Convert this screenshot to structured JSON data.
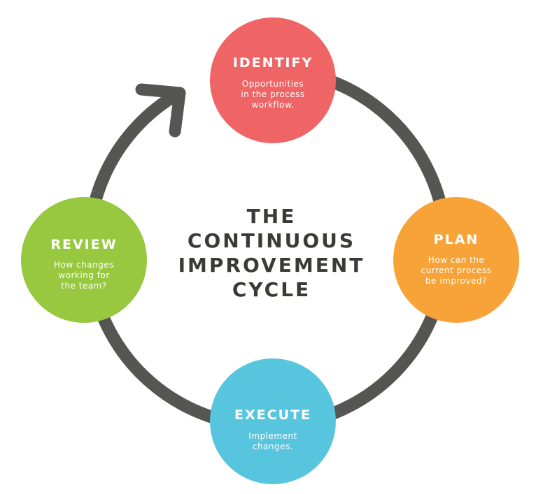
{
  "title_lines": [
    "THE",
    "CONTINUOUS",
    "IMPROVEMENT",
    "CYCLE"
  ],
  "nodes": {
    "identify": {
      "title": "IDENTIFY",
      "desc": [
        "Opportunities",
        "in the process",
        "workflow."
      ],
      "color": "#ef6464"
    },
    "plan": {
      "title": "PLAN",
      "desc": [
        "How can the",
        "current process",
        "be improved?"
      ],
      "color": "#f7a338"
    },
    "execute": {
      "title": "EXECUTE",
      "desc": [
        "Implement",
        "changes."
      ],
      "color": "#58c5df"
    },
    "review": {
      "title": "REVIEW",
      "desc": [
        "How changes",
        "working for",
        "the team?"
      ],
      "color": "#97c83f"
    }
  },
  "ring_color": "#555651",
  "arrow_icon": "arrow-head-icon"
}
